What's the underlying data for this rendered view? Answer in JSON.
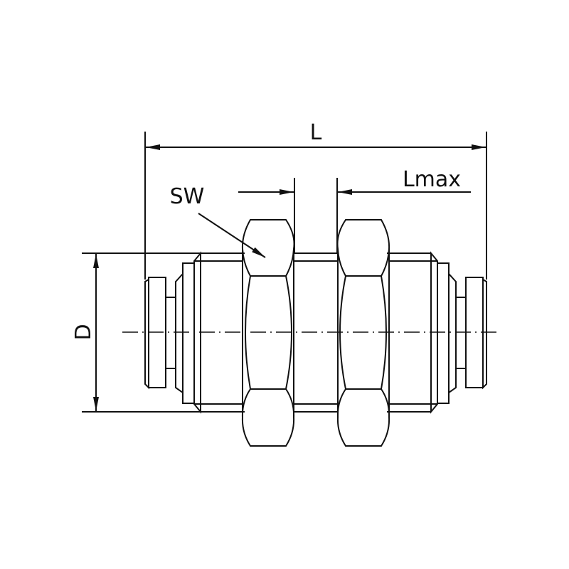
{
  "drawing": {
    "labels": {
      "length": "L",
      "length_max": "Lmax",
      "wrench_size": "SW",
      "diameter": "D"
    },
    "line_color": "#111111",
    "background": "#ffffff"
  }
}
